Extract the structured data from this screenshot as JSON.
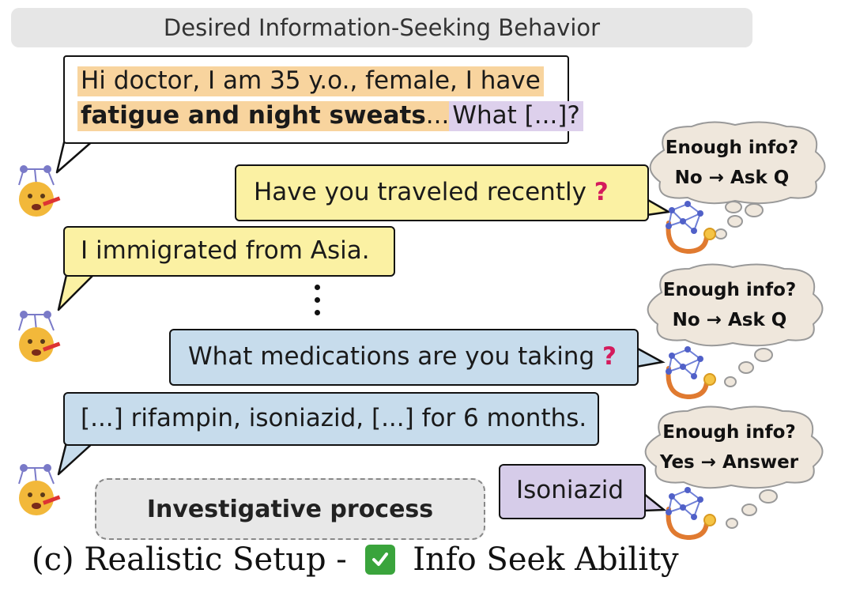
{
  "header": "Desired Information-Seeking Behavior",
  "patient_message_1": {
    "line1": "Hi doctor, I am 35 y.o., female, I have",
    "bold": "fatigue and night sweats",
    "ellipsis": "...",
    "question": "What [...]?"
  },
  "doctor_question_1": {
    "text": "Have you traveled recently ",
    "mark": "?"
  },
  "patient_message_2": "I immigrated from Asia.",
  "doctor_question_2": {
    "text": "What medications are you taking ",
    "mark": "?"
  },
  "patient_message_3": "[...] rifampin, isoniazid, [...] for 6 months.",
  "doctor_answer": "Isoniazid",
  "thoughts": [
    {
      "line1": "Enough info?",
      "line2": "No → Ask Q"
    },
    {
      "line1": "Enough info?",
      "line2": "No → Ask Q"
    },
    {
      "line1": "Enough info?",
      "line2": "Yes → Answer"
    }
  ],
  "process_label": "Investigative process",
  "caption": {
    "before": "(c) Realistic Setup - ",
    "after": " Info Seek Ability"
  },
  "colors": {
    "patient_highlight": "#f8d49e",
    "question_highlight": "#ddd0ec",
    "doctor_question_yellow": "#fbf1a3",
    "doctor_question_blue": "#c7dcec",
    "answer_purple": "#d6cce9",
    "question_mark": "#d41b5c"
  },
  "icons": [
    "patient-sick-face-icon",
    "doctor-network-stethoscope-icon",
    "check-mark-icon"
  ]
}
